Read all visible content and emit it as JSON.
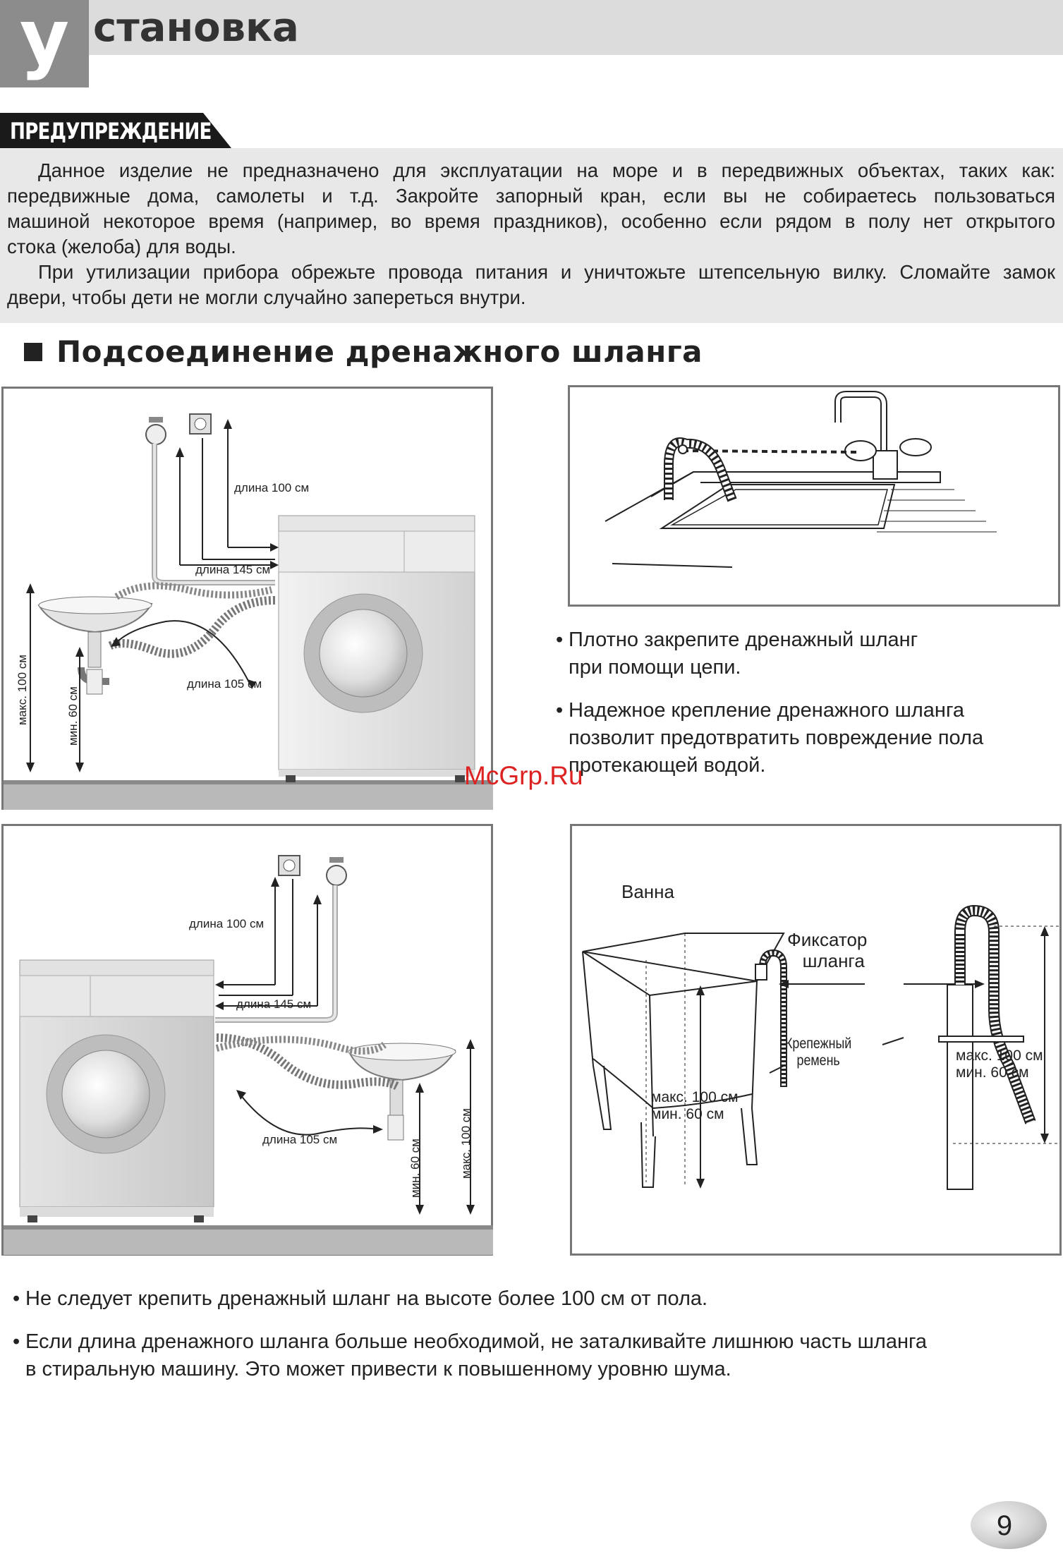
{
  "header": {
    "title_letter": "у",
    "title_rest": "становка"
  },
  "warning": {
    "label": "ПРЕДУПРЕЖДЕНИЕ",
    "para1_lines": [
      "Данное изделие не предназначено для эксплуатации на море и в передвижных объектах, таких как:",
      "передвижные дома, самолеты и т.д. Закройте запорный кран, если вы не собираетесь пользоваться",
      "машиной некоторое время (например, во время праздников), особенно если рядом в полу нет открытого",
      "стока (желоба) для воды."
    ],
    "para2_lines": [
      "При утилизации прибора обрежьте провода питания и уничтожьте штепсельную вилку. Сломайте замок",
      "двери, чтобы дети не могли случайно запереться внутри."
    ]
  },
  "section": {
    "title": "Подсоединение дренажного шланга"
  },
  "fig1": {
    "len100": "длина 100 см",
    "len145": "длина 145 см",
    "len105": "длина 105 см",
    "max100": "макс. 100 см",
    "min60": "мин. 60 см"
  },
  "fig3": {
    "len100": "длина 100 см",
    "len145": "длина 145 см",
    "len105": "длина 105 см",
    "min60": "мин. 60 см",
    "max100": "макс. 100 см"
  },
  "fig4": {
    "bath": "Ванна",
    "holder_line1": "Фиксатор",
    "holder_line2": "шланга",
    "strap_line1": "Крепежный",
    "strap_line2": "ремень",
    "left_max": "макс. 100 см",
    "left_min": "мин. 60 см",
    "right_max": "макс. 100 см",
    "right_min": "мин. 60 см"
  },
  "right_bullets": [
    {
      "line1": "Плотно закрепите дренажный шланг",
      "line2": "при помощи цепи."
    },
    {
      "line1": "Надежное крепление дренажного шланга",
      "line2": "позволит предотвратить повреждение пола",
      "line3": "протекающей водой."
    }
  ],
  "bottom_bullets": [
    {
      "line1": "Не следует крепить дренажный шланг на высоте более 100 см от пола."
    },
    {
      "line1": "Если длина дренажного шланга больше необходимой, не заталкивайте лишнюю часть шланга",
      "line2": "в стиральную машину. Это может привести к повышенному уровню шума."
    }
  ],
  "bullet_symbol": "•",
  "watermark": "McGrp.Ru",
  "page_number": "9",
  "colors": {
    "header_band": "#dcdcdc",
    "header_letter_box": "#8c8c8c",
    "warning_tab": "#1a1a1a",
    "warning_box": "#e8e8e8",
    "frame_border": "#777777",
    "watermark": "#dd2222"
  }
}
